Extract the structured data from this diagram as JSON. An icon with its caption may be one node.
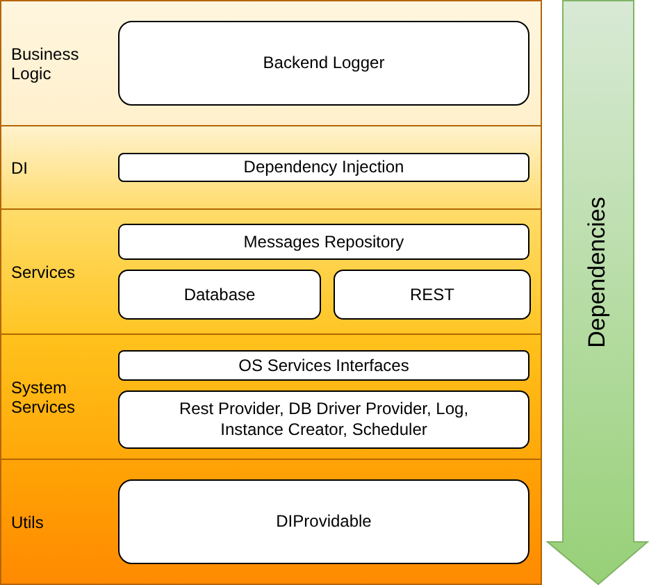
{
  "diagram": {
    "nodes": [
      {
        "text": [
          "Business Logic"
        ]
      },
      {
        "text": [
          "Backend Logger"
        ],
        "in": 0
      },
      {
        "text": [
          "DI"
        ]
      },
      {
        "text": [
          "Dependency Injection"
        ],
        "in": 2
      },
      {
        "text": [
          "Services"
        ]
      },
      {
        "text": [
          "Messages Repository"
        ],
        "in": 4
      },
      {
        "text": [
          "Database"
        ],
        "in": 4
      },
      {
        "text": [
          "REST"
        ],
        "in": 4
      },
      {
        "text": [
          "System Services"
        ]
      },
      {
        "text": [
          "OS Services Interfaces"
        ],
        "in": 8
      },
      {
        "text": [
          "Rest Provider, DB Driver Provider, Log, Instance Creator, Scheduler"
        ],
        "in": 8
      },
      {
        "text": [
          "Utils"
        ]
      },
      {
        "text": [
          "DIProvidable"
        ],
        "in": 11
      },
      {
        "text": [
          "Dependencies"
        ]
      }
    ]
  }
}
